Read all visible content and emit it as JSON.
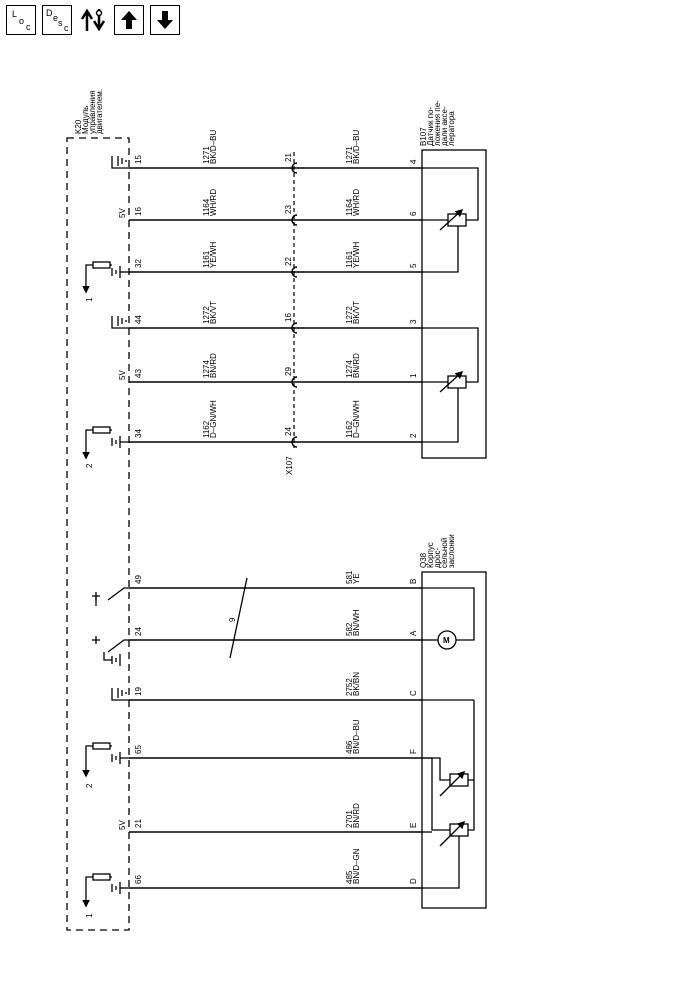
{
  "toolbar": {
    "loc_letters": [
      "L",
      "o",
      "c"
    ],
    "desc_letters": [
      "D",
      "e",
      "s",
      "c"
    ],
    "buttons": [
      "location",
      "description",
      "connector",
      "page-up",
      "page-down"
    ]
  },
  "module_k20": {
    "ref": "K20",
    "name_lines": [
      "Модуль",
      "управления",
      "двигателем."
    ]
  },
  "sensor_b107": {
    "ref": "B107",
    "name_lines": [
      "Датчик по-",
      "ложения пе-",
      "дали аксе-",
      "лератора"
    ]
  },
  "throttle_q38": {
    "ref": "Q38",
    "name_lines": [
      "Корпус",
      "дрос-",
      "сельной",
      "заслонки"
    ]
  },
  "connector_label": "X107",
  "bundle_label": "9",
  "motor_label": "M",
  "top_circuits": [
    {
      "pin": "15",
      "supply": "",
      "circuit": "1271",
      "color": "BK/D–BU",
      "inline_pin": "21",
      "sensor_pin": "4",
      "ground_type": "direct",
      "ref_num": ""
    },
    {
      "pin": "16",
      "supply": "5V",
      "circuit": "1164",
      "color": "WH/RD",
      "inline_pin": "23",
      "sensor_pin": "6",
      "ground_type": "",
      "ref_num": ""
    },
    {
      "pin": "32",
      "supply": "",
      "circuit": "1161",
      "color": "YE/WH",
      "inline_pin": "22",
      "sensor_pin": "5",
      "ground_type": "resistor",
      "ref_num": "1"
    },
    {
      "pin": "44",
      "supply": "",
      "circuit": "1272",
      "color": "BK/VT",
      "inline_pin": "16",
      "sensor_pin": "3",
      "ground_type": "direct",
      "ref_num": ""
    },
    {
      "pin": "43",
      "supply": "5V",
      "circuit": "1274",
      "color": "BN/RD",
      "inline_pin": "29",
      "sensor_pin": "1",
      "ground_type": "",
      "ref_num": ""
    },
    {
      "pin": "34",
      "supply": "",
      "circuit": "1162",
      "color": "D–GN/WH",
      "inline_pin": "24",
      "sensor_pin": "2",
      "ground_type": "resistor",
      "ref_num": "2"
    }
  ],
  "bottom_circuits": [
    {
      "pin": "49",
      "supply": "",
      "circuit": "581",
      "color": "YE",
      "device_pin": "B",
      "ground_type": "switch",
      "ref_num": ""
    },
    {
      "pin": "24",
      "supply": "",
      "circuit": "582",
      "color": "BN/WH",
      "device_pin": "A",
      "ground_type": "switch",
      "ref_num": ""
    },
    {
      "pin": "19",
      "supply": "",
      "circuit": "2752",
      "color": "BK/BN",
      "device_pin": "C",
      "ground_type": "direct",
      "ref_num": ""
    },
    {
      "pin": "65",
      "supply": "",
      "circuit": "486",
      "color": "BN/D–BU",
      "device_pin": "F",
      "ground_type": "resistor",
      "ref_num": "2"
    },
    {
      "pin": "21",
      "supply": "5V",
      "circuit": "2701",
      "color": "BN/RD",
      "device_pin": "E",
      "ground_type": "",
      "ref_num": ""
    },
    {
      "pin": "66",
      "supply": "",
      "circuit": "485",
      "color": "BN/D–GN",
      "device_pin": "D",
      "ground_type": "resistor",
      "ref_num": "1"
    }
  ]
}
